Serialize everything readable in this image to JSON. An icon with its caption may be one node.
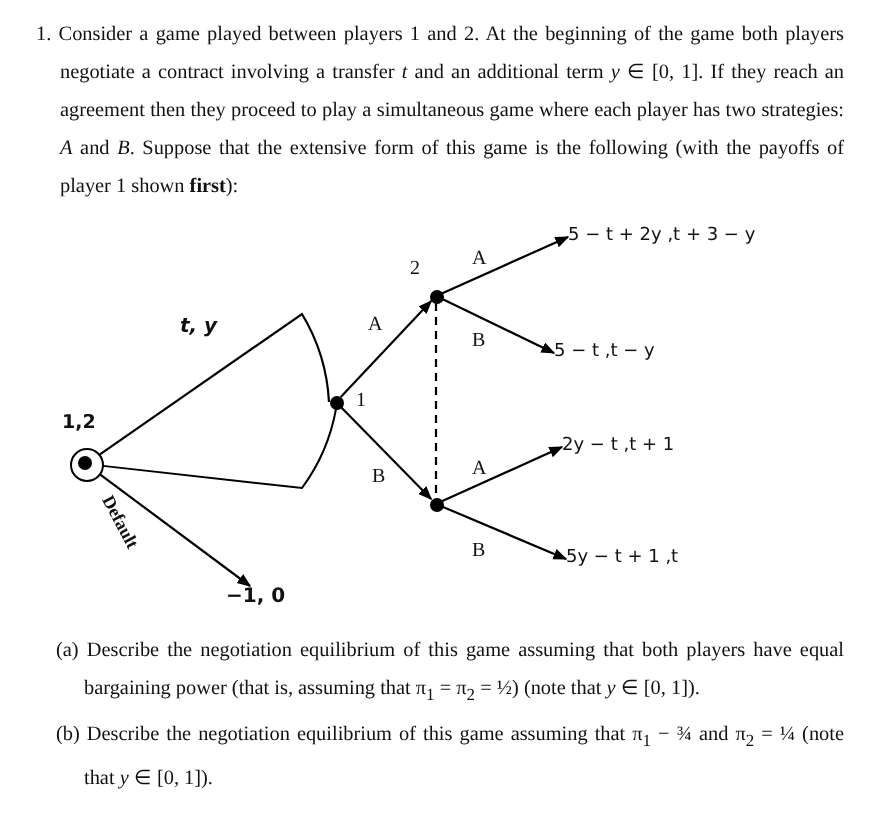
{
  "diagram": {
    "nodes": [
      {
        "text": [],
        "shape": "circle",
        "beside": [
          "1,2"
        ]
      },
      {
        "text": [],
        "shape": "circle",
        "beside": [
          "1"
        ]
      },
      {
        "text": [],
        "shape": "circle",
        "beside": [
          "2"
        ]
      },
      {
        "text": [],
        "shape": "circle"
      },
      {
        "text": [
          "5 − t + 2y ,t + 3 − y"
        ]
      },
      {
        "text": [
          "5 − t ,t − y"
        ]
      },
      {
        "text": [
          "2y − t ,t + 1"
        ]
      },
      {
        "text": [
          "5y − t + 1 ,t"
        ]
      },
      {
        "text": [
          "−1, 0"
        ]
      }
    ],
    "edges": [
      {
        "from": 0,
        "to": 1,
        "arrow": "none",
        "label": "t, y"
      },
      {
        "from": 0,
        "to": 8,
        "arrow": "to",
        "label": "Default"
      },
      {
        "from": 1,
        "to": 2,
        "arrow": "to",
        "label": "A"
      },
      {
        "from": 1,
        "to": 3,
        "arrow": "to",
        "label": "B"
      },
      {
        "from": 2,
        "to": 3,
        "arrow": "none",
        "style": "dashed"
      },
      {
        "from": 2,
        "to": 4,
        "arrow": "to",
        "label": "A"
      },
      {
        "from": 2,
        "to": 5,
        "arrow": "to",
        "label": "B"
      },
      {
        "from": 3,
        "to": 6,
        "arrow": "to",
        "label": "A"
      },
      {
        "from": 3,
        "to": 7,
        "arrow": "to",
        "label": "B"
      }
    ],
    "labels": [
      "1. Consider a game played between players 1 and 2. At the beginning of the game both players negotiate a contract involving a transfer *t* and an additional term *y* ∈ [0, 1]. If they reach an agreement then they proceed to play a simultaneous game where each player has two strategies: *A* and *B*. Suppose that the extensive form of this game is the following (with the payoffs of player 1 shown **first**):",
      "(a) Describe the negotiation equilibrium of this game assuming that both players have equal bargaining power (that is, assuming that π$_{1}$ = π$_{2}$ = ½) (note that *y* ∈ [0, 1]).",
      "(b) Describe the negotiation equilibrium of this game assuming that π$_{1}$ − ¾ and π$_{2}$ = ¼ (note that *y* ∈ [0, 1])."
    ]
  }
}
